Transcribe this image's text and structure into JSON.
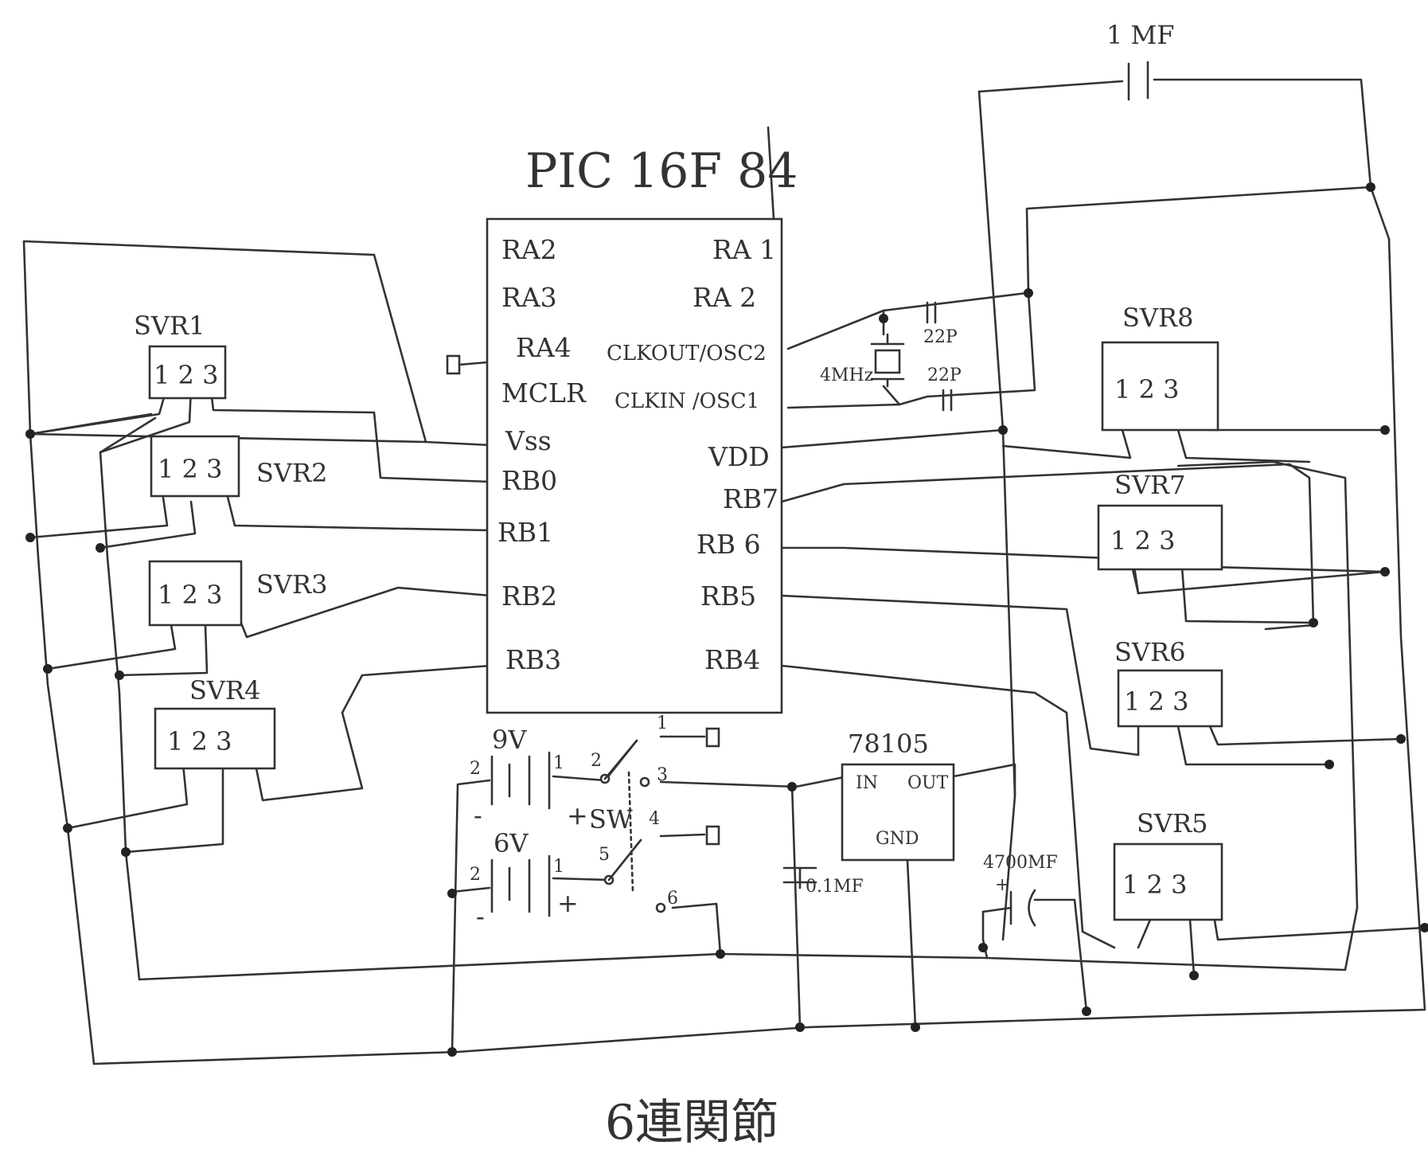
{
  "chip": {
    "title": "PIC 16F 84",
    "left_pins": [
      "RA2",
      "RA3",
      "RA4",
      "MCLR",
      "Vss",
      "RB0",
      "RB1",
      "RB2",
      "RB3"
    ],
    "right_pins": [
      "RA 1",
      "RA 2",
      "CLKOUT/OSC2",
      "CLKIN /OSC1",
      "VDD",
      "RB7",
      "RB 6",
      "RB5",
      "RB4"
    ]
  },
  "servos": [
    {
      "label": "SVR1",
      "pins": "1 2 3"
    },
    {
      "label": "SVR2",
      "pins": "1 2 3"
    },
    {
      "label": "SVR3",
      "pins": "1 2 3"
    },
    {
      "label": "SVR4",
      "pins": "1 2 3"
    },
    {
      "label": "SVR8",
      "pins": "1 2 3"
    },
    {
      "label": "SVR7",
      "pins": "1 2 3"
    },
    {
      "label": "SVR6",
      "pins": "1 2 3"
    },
    {
      "label": "SVR5",
      "pins": "1 2 3"
    }
  ],
  "components": {
    "cap_top": "1 MF",
    "crystal": "4MHz",
    "cap_22p_a": "22P",
    "cap_22p_b": "22P",
    "battery_9v": "9V",
    "battery_6v": "6V",
    "switch": "SW",
    "regulator": {
      "name": "78105",
      "in": "IN",
      "out": "OUT",
      "gnd": "GND"
    },
    "cap_01": "0.1MF",
    "cap_4700": "4700MF"
  },
  "pin_numbers": {
    "b9_minus": "2",
    "b9_plus": "1",
    "b6_minus": "2",
    "b6_plus": "1",
    "sw1": "1",
    "sw2": "2",
    "sw3": "3",
    "sw4": "4",
    "sw5": "5",
    "sw6": "6"
  },
  "polarity": {
    "minus": "-",
    "plus": "+"
  },
  "footer": "6連関節"
}
